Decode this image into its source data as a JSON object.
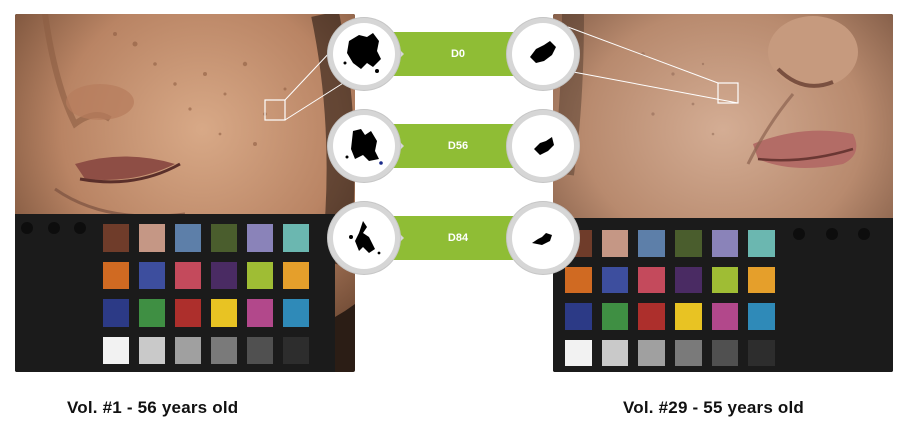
{
  "captions": {
    "left": "Vol. #1 - 56 years old",
    "right": "Vol. #29 - 55 years old"
  },
  "timepoints": [
    {
      "label": "D0"
    },
    {
      "label": "D56"
    },
    {
      "label": "D84"
    }
  ],
  "colors": {
    "accent_green": "#8fbd35",
    "circle_ring": "#d6d6d6",
    "skin_base": "#b88767",
    "chart_border": "#1b1b1b"
  },
  "color_checker": [
    [
      "#6f3c2a",
      "#c59785",
      "#5d7fa9",
      "#4a5d2d",
      "#8a83b9",
      "#6bb7b0"
    ],
    [
      "#d06a22",
      "#3d4e9e",
      "#c44a5c",
      "#4a2b63",
      "#9fbd34",
      "#e59f2b"
    ],
    [
      "#2c3a86",
      "#3f8f43",
      "#ad2f2c",
      "#e8c323",
      "#b2488b",
      "#2f8ab8"
    ],
    [
      "#f2f2f2",
      "#c9c9c9",
      "#a0a0a0",
      "#7a7a7a",
      "#505050",
      "#2d2d2d"
    ]
  ]
}
